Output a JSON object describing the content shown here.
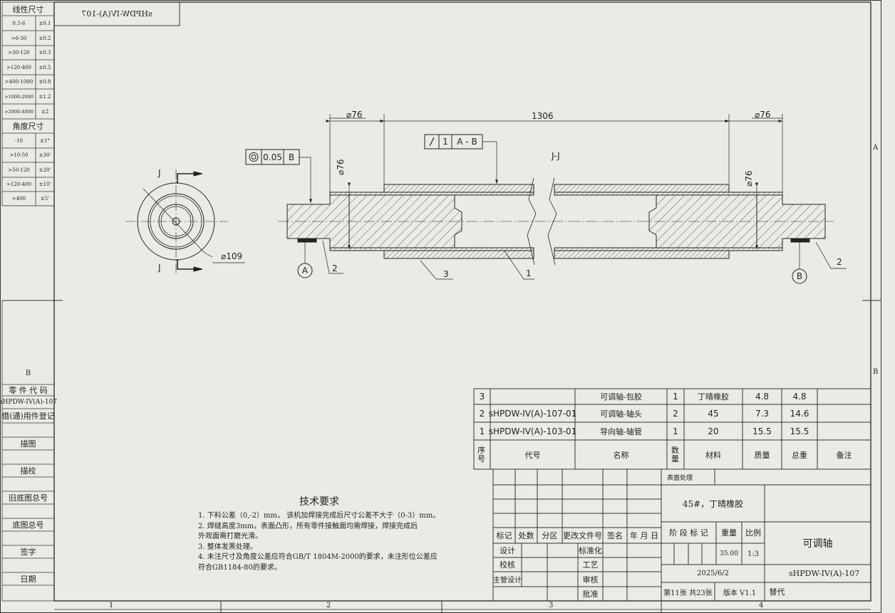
{
  "top_stamp": "sHPDW-IV(A)-107",
  "tolerance": {
    "linear_title": "线性尺寸",
    "linear": [
      {
        "range": "0.5-6",
        "tol": "±0.1"
      },
      {
        "range": ">6-30",
        "tol": "±0.2"
      },
      {
        "range": ">30-120",
        "tol": "±0.3"
      },
      {
        "range": ">120-400",
        "tol": "±0.5"
      },
      {
        "range": ">400-1000",
        "tol": "±0.8"
      },
      {
        "range": ">1000-2000",
        "tol": "±1.2"
      },
      {
        "range": ">2000-4000",
        "tol": "±2"
      }
    ],
    "angle_title": "角度尺寸",
    "angle": [
      {
        "range": "-10",
        "tol": "±1°"
      },
      {
        "range": ">10-50",
        "tol": "±30'"
      },
      {
        "range": ">50-120",
        "tol": "±20'"
      },
      {
        "range": ">120-400",
        "tol": "±10'"
      },
      {
        "range": ">400",
        "tol": "±5'"
      }
    ]
  },
  "left_column": {
    "zone_b": "B",
    "part_code_label": "零 件 代 码",
    "part_code": "sHPDW-IV(A)-107",
    "borrowed_label": "借(通)用件登记",
    "trace_label": "描图",
    "trace_check_label": "描校",
    "old_no_label": "旧底图总号",
    "base_no_label": "底图总号",
    "sign_label": "签字",
    "date_label": "日期"
  },
  "border": {
    "zones_bottom": [
      "1",
      "2",
      "3",
      "4"
    ],
    "zones_side": [
      "A",
      "B"
    ]
  },
  "drawing": {
    "dims": {
      "left_dia": "76",
      "length": "1306",
      "right_dia": "76",
      "left_vert_dia": "76",
      "right_vert_dia": "76",
      "outer_dia": "109",
      "concentricity_value": "0.05",
      "concentricity_datum": "B",
      "runout_value": "1",
      "runout_datum": "A - B"
    },
    "section_label": "J-J",
    "cut_label_top": "J",
    "cut_label_bottom": "J",
    "balloons": [
      "1",
      "2",
      "3",
      "2"
    ],
    "datum_a": "A",
    "datum_b": "B"
  },
  "tech_req": {
    "title": "技术要求",
    "lines": [
      "1.  下料公差（0,-2）mm，  该机加焊接完成后尺寸公差不大于（0-3）mm。",
      "2.  焊缝高度3mm，表面凸形，所有零件接触面均需焊接，焊接完成后",
      "       外观面需打磨光滑。",
      "3.  整体发黑处理。",
      "4.  未注尺寸及角度公差应符合GB/T 1804M-2000的要求，未注形位公差应",
      "       符合GB1184-80的要求。"
    ]
  },
  "bom": {
    "rows": [
      {
        "no": "3",
        "code": "",
        "name": "可调轴-包胶",
        "qty": "1",
        "material": "丁晴橡胶",
        "mass": "4.8",
        "total": "4.8",
        "note": ""
      },
      {
        "no": "2",
        "code": "sHPDW-IV(A)-107-01",
        "name": "可调轴-轴头",
        "qty": "2",
        "material": "45",
        "mass": "7.3",
        "total": "14.6",
        "note": ""
      },
      {
        "no": "1",
        "code": "sHPDW-IV(A)-103-01",
        "name": "导向轴-轴管",
        "qty": "1",
        "material": "20",
        "mass": "15.5",
        "total": "15.5",
        "note": ""
      }
    ],
    "header": {
      "no": "序号",
      "code": "代号",
      "name": "名称",
      "qty": "数量",
      "material": "材料",
      "mass": "质量",
      "total": "总重",
      "note": "备注"
    }
  },
  "title_block": {
    "surface_label": "表面处理",
    "material": "45#，丁晴橡胶",
    "rev_headers": [
      "标记",
      "处数",
      "分区",
      "更改文件号",
      "签名",
      "年 月 日"
    ],
    "design_label": "设计",
    "check_label": "校核",
    "chief_label": "主管设计",
    "standard_label": "标准化",
    "process_label": "工艺",
    "review_label": "审核",
    "approve_label": "批准",
    "stage_label": "阶 段 标 记",
    "weight_label": "重量",
    "scale_label": "比例",
    "weight": "35.00",
    "scale": "1:3",
    "title": "可调轴",
    "date": "2025/6/2",
    "drawing_no": "sHPDW-IV(A)-107",
    "sheet": "第11张  共23张",
    "version": "版本 V1.1",
    "replace_label": "替代"
  }
}
